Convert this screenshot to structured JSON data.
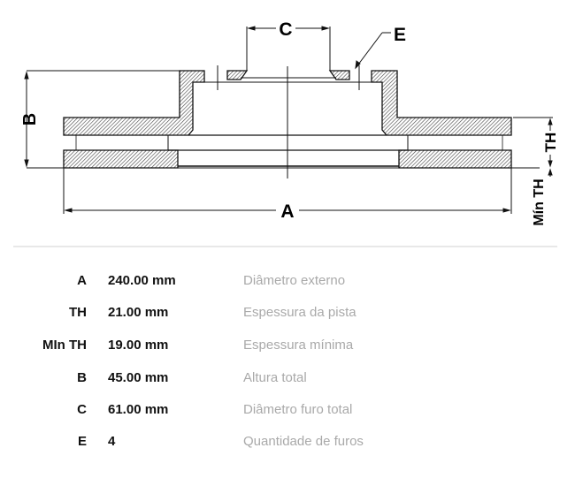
{
  "diagram": {
    "labels": {
      "A": "A",
      "B": "B",
      "C": "C",
      "E": "E",
      "TH": "TH",
      "min_th": "Mín TH"
    }
  },
  "specs": [
    {
      "code": "A",
      "value": "240.00 mm",
      "description": "Diâmetro externo"
    },
    {
      "code": "TH",
      "value": "21.00 mm",
      "description": "Espessura da pista"
    },
    {
      "code": "MIn TH",
      "value": "19.00 mm",
      "description": "Espessura mínima"
    },
    {
      "code": "B",
      "value": "45.00 mm",
      "description": "Altura total"
    },
    {
      "code": "C",
      "value": "61.00 mm",
      "description": "Diâmetro furo total"
    },
    {
      "code": "E",
      "value": "4",
      "description": "Quantidade de furos"
    }
  ]
}
